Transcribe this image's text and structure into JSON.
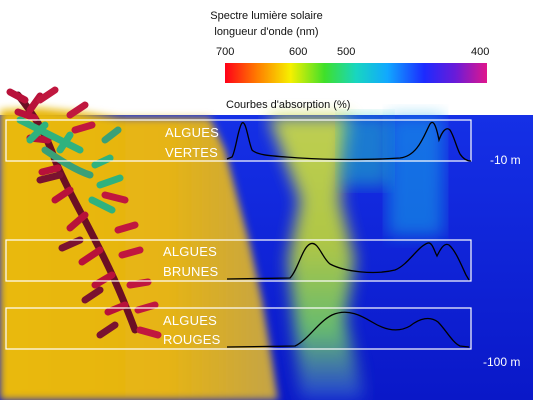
{
  "header": {
    "spectrum_title_line1": "Spectre lumière solaire",
    "spectrum_title_line2": "longueur d'onde (nm)",
    "ticks": [
      "700",
      "600",
      "500",
      "400"
    ],
    "absorption_title": "Courbes d'absorption (%)"
  },
  "bands": [
    {
      "line1": "ALGUES",
      "line2": "VERTES"
    },
    {
      "line1": "ALGUES",
      "line2": "BRUNES"
    },
    {
      "line1": "ALGUES",
      "line2": "ROUGES"
    }
  ],
  "depths": {
    "shallow": "-10 m",
    "deep": "-100 m"
  },
  "colors": {
    "water": "#0a20d8",
    "sand": "#e8b80a",
    "light_column": "#9fd13a",
    "band_border": "#ffffff",
    "curve": "#000000",
    "algae_green": "#2fb27e",
    "algae_red": "#b8113a",
    "algae_dark": "#6b0f24"
  }
}
